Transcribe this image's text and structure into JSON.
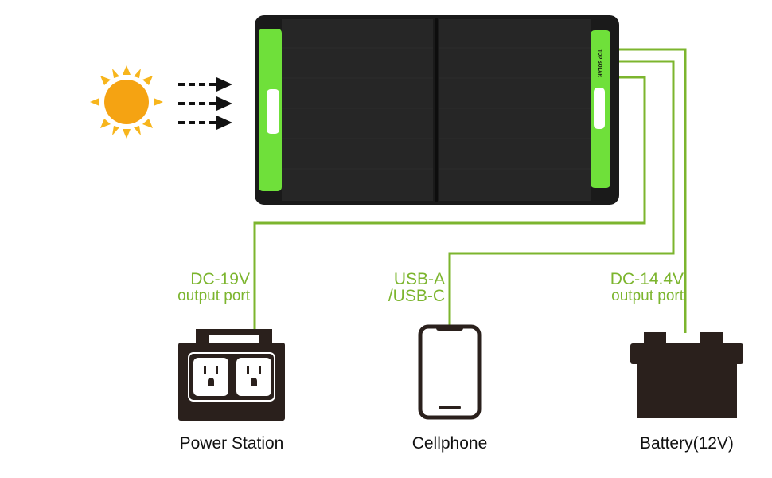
{
  "colors": {
    "wire": "#7cb52e",
    "panel": "#1e1e1e",
    "panel_trim": "#6fe03a",
    "sun": "#f7b51c"
  },
  "panel": {
    "brand_logo": "TOP SOLAR"
  },
  "ports": [
    {
      "line1": "DC-19V",
      "line2": "output port"
    },
    {
      "line1": "USB-A",
      "line2": "/USB-C"
    },
    {
      "line1": "DC-14.4V",
      "line2": "output port"
    }
  ],
  "devices": [
    {
      "label": "Power Station",
      "icon": "power-station-icon"
    },
    {
      "label": "Cellphone",
      "icon": "cellphone-icon"
    },
    {
      "label": "Battery(12V)",
      "icon": "car-battery-icon"
    }
  ]
}
